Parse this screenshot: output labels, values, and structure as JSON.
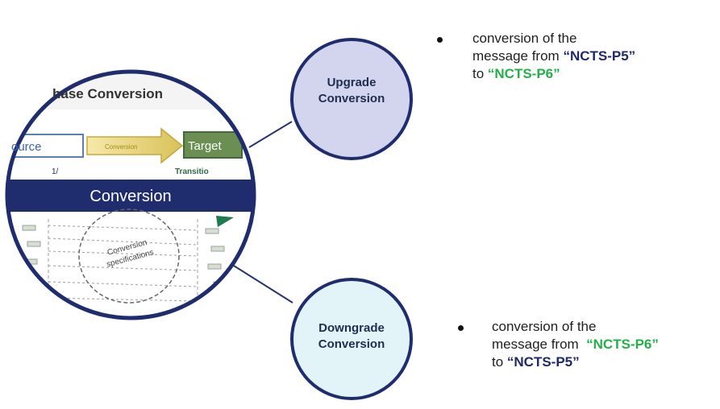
{
  "magnifier": {
    "heading_partial": "hase Conversion",
    "source_label": "ource",
    "arrow_label": "Conversion",
    "target_label": "Target",
    "sub_left": "1/",
    "sub_right": "Transitio",
    "band_label": "Conversion",
    "spec_label_line1": "Conversion",
    "spec_label_line2": "specifications"
  },
  "upgrade": {
    "label_line1": "Upgrade",
    "label_line2": "Conversion",
    "note_line1": "conversion of the",
    "note_line2_prefix": "message from ",
    "note_line2_code": "“NCTS-P5”",
    "note_line3_prefix": "to ",
    "note_line3_code": "“NCTS-P6”"
  },
  "downgrade": {
    "label_line1": "Downgrade",
    "label_line2": "Conversion",
    "note_line1": "conversion of the",
    "note_line2_prefix": "message from  ",
    "note_line2_code": "“NCTS-P6”",
    "note_line3_prefix": "to ",
    "note_line3_code": "“NCTS-P5”"
  },
  "colors": {
    "navy": "#1f2d6e",
    "upgrade_fill": "#d3d4ee",
    "downgrade_fill": "#e3f4f9",
    "code_green": "#22b04b"
  }
}
